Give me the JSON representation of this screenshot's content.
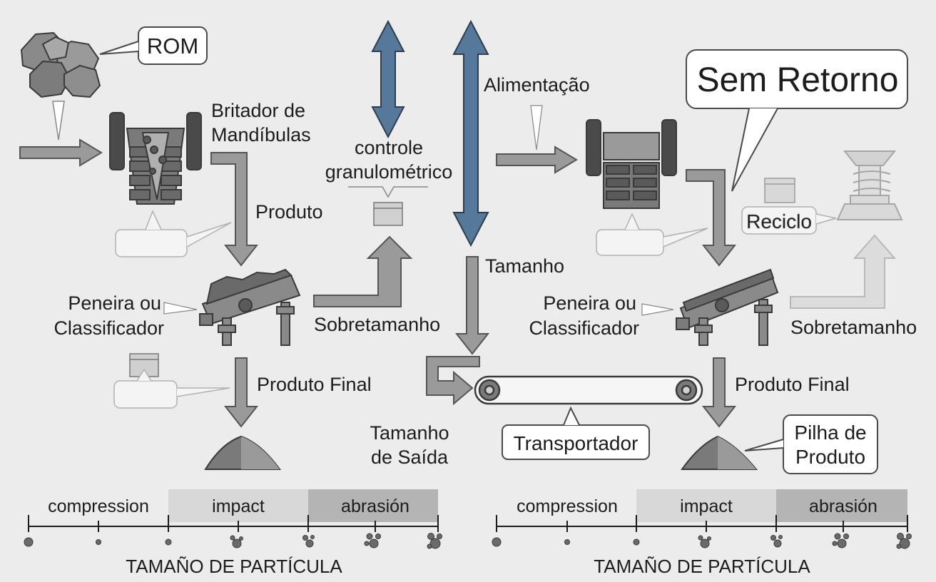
{
  "callouts": {
    "rom": "ROM",
    "sem_retorno": "Sem Retorno",
    "transportador": "Transportador",
    "pilha_line1": "Pilha de",
    "pilha_line2": "Produto",
    "reciclo": "Reciclo"
  },
  "left_circuit": {
    "crusher_line1": "Britador de",
    "crusher_line2": "Mandíbulas",
    "produto": "Produto",
    "screen_line1": "Peneira ou",
    "screen_line2": "Classificador",
    "sobretamanho": "Sobretamanho",
    "produto_final": "Produto Final"
  },
  "center": {
    "controle_line1": "controle",
    "controle_line2": "granulométrico",
    "alimentacao": "Alimentação",
    "tamanho": "Tamanho",
    "saida_line1": "Tamanho",
    "saida_line2": "de Saída"
  },
  "right_circuit": {
    "screen_line1": "Peneira ou",
    "screen_line2": "Classificador",
    "sobretamanho": "Sobretamanho",
    "produto_final": "Produto Final"
  },
  "scales": [
    {
      "segments": [
        "compression",
        "impact",
        "abrasión"
      ],
      "axis_label": "TAMAÑO DE PARTÍCULA"
    },
    {
      "segments": [
        "compression",
        "impact",
        "abrasión"
      ],
      "axis_label": "TAMAÑO DE PARTÍCULA"
    }
  ],
  "colors": {
    "background": "#ececec",
    "equipment": "#6f6f6f",
    "equipment_dark": "#3e3e3e",
    "arrow_fill": "#9a9a9a",
    "blue_arrow": "#56789a",
    "segment_light": "#d8d8d8",
    "segment_dark": "#b4b4b4"
  }
}
